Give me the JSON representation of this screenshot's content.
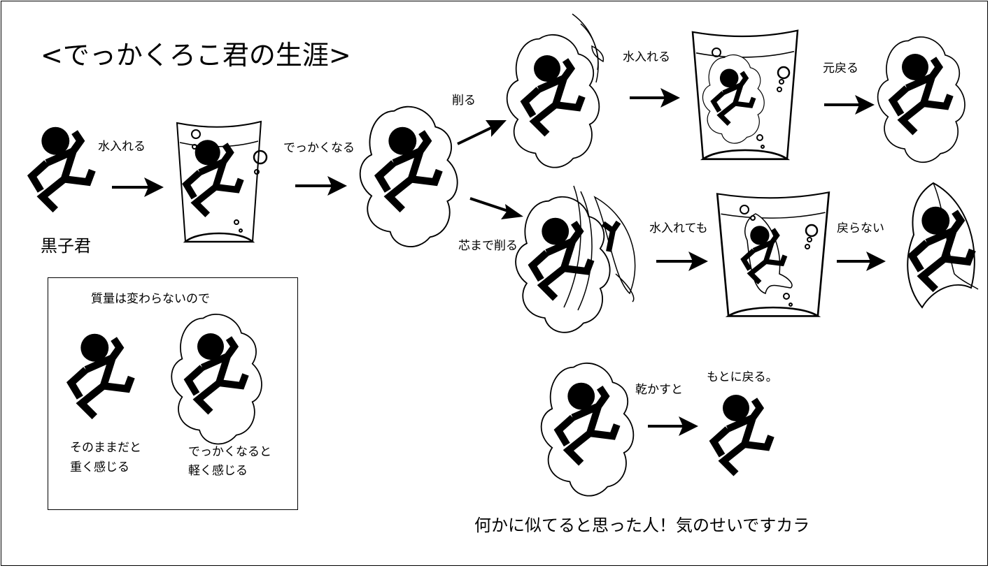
{
  "title": "<でっかくろこ君の生涯>",
  "character_name": "黒子君",
  "steps": {
    "add_water": "水入れる",
    "gets_big": "でっかくなる",
    "shave": "削る",
    "shave_to_core": "芯まで削る",
    "add_water_again": "水入れる",
    "revert": "元戻る",
    "add_water_even": "水入れても",
    "no_revert": "戻らない",
    "dry": "乾かすと",
    "back_to_normal": "もとに戻る。"
  },
  "note": {
    "heading": "質量は変わらないので",
    "small_line1": "そのままだと",
    "small_line2": "重く感じる",
    "big_line1": "でっかくなると",
    "big_line2": "軽く感じる"
  },
  "footer": "何かに似てると思った人！気のせいですカラ"
}
